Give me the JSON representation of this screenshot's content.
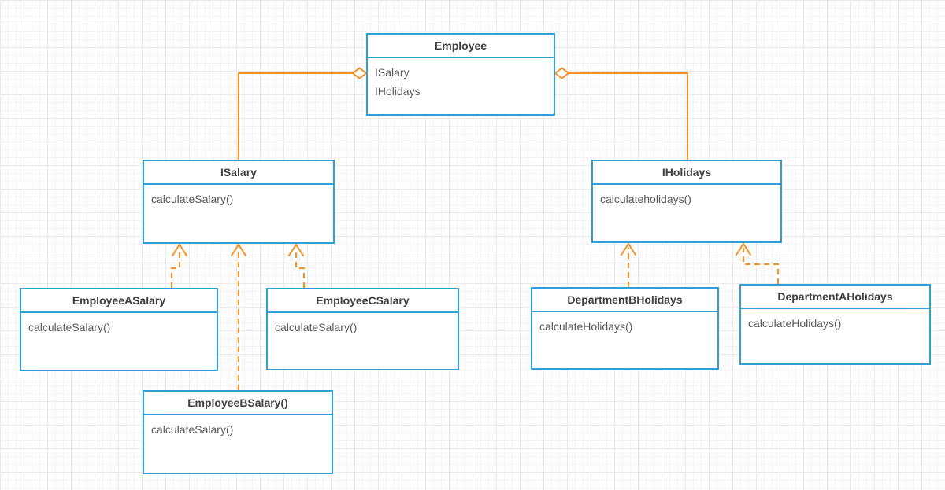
{
  "diagram": {
    "type": "uml-class-diagram",
    "colors": {
      "box_border": "#2E9FD7",
      "box_fill": "#ffffff",
      "connector": "#F59123",
      "title_text": "#404040",
      "body_text": "#595959",
      "grid_minor": "#f4f4f4",
      "grid_major": "#eaeaea"
    },
    "classes": [
      {
        "id": "employee",
        "title": "Employee",
        "members": [
          "ISalary",
          "IHolidays"
        ]
      },
      {
        "id": "isalary",
        "title": "ISalary",
        "members": [
          "calculateSalary()"
        ]
      },
      {
        "id": "iholidays",
        "title": "IHolidays",
        "members": [
          "calculateholidays()"
        ]
      },
      {
        "id": "employee-a-salary",
        "title": "EmployeeASalary",
        "members": [
          "calculateSalary()"
        ]
      },
      {
        "id": "employee-c-salary",
        "title": "EmployeeCSalary",
        "members": [
          "calculateSalary()"
        ]
      },
      {
        "id": "employee-b-salary",
        "title": "EmployeeBSalary()",
        "members": [
          "calculateSalary()"
        ]
      },
      {
        "id": "department-b-holidays",
        "title": "DepartmentBHolidays",
        "members": [
          "calculateHolidays()"
        ]
      },
      {
        "id": "department-a-holidays",
        "title": "DepartmentAHolidays",
        "members": [
          "calculateHolidays()"
        ]
      }
    ],
    "relationships": [
      {
        "from": "ISalary",
        "to": "Employee",
        "type": "aggregation"
      },
      {
        "from": "IHolidays",
        "to": "Employee",
        "type": "aggregation"
      },
      {
        "from": "EmployeeASalary",
        "to": "ISalary",
        "type": "realization"
      },
      {
        "from": "EmployeeBSalary()",
        "to": "ISalary",
        "type": "realization"
      },
      {
        "from": "EmployeeCSalary",
        "to": "ISalary",
        "type": "realization"
      },
      {
        "from": "DepartmentBHolidays",
        "to": "IHolidays",
        "type": "realization"
      },
      {
        "from": "DepartmentAHolidays",
        "to": "IHolidays",
        "type": "realization"
      }
    ]
  }
}
